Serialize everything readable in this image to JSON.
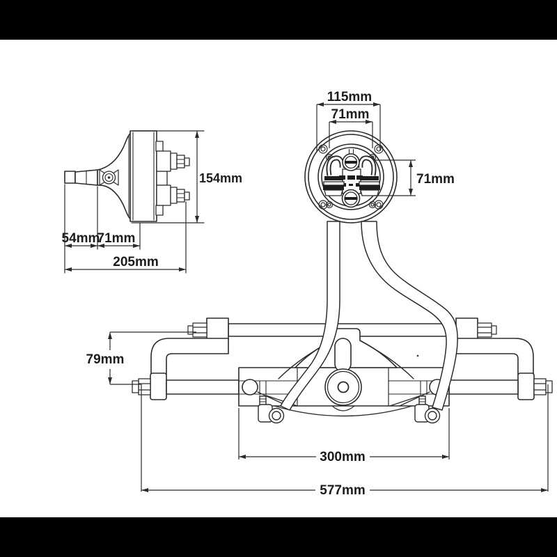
{
  "diagram": {
    "type": "technical-drawing",
    "subject": "hydraulic outboard steering system dimensional drawing",
    "background_color": "#ffffff",
    "letterbox_color": "#000000",
    "line_color": "#2b2b2b",
    "text_color": "#1c1c1c",
    "views": [
      {
        "id": "helm-pump-side-view",
        "description": "steering helm pump, side profile"
      },
      {
        "id": "helm-pump-rear-view",
        "description": "steering helm pump, rear circular face with two hose fittings"
      },
      {
        "id": "steering-cylinder-view",
        "description": "hydraulic steering cylinder assembly with tiller arms and hoses"
      }
    ],
    "labels": {
      "side_height": "154mm",
      "side_shaft": "54mm",
      "side_body": "71mm",
      "side_total": "205mm",
      "rear_width": "115mm",
      "rear_ports_h": "71mm",
      "rear_ports_v": "71mm",
      "cyl_arm_offset": "79mm",
      "cyl_body": "300mm",
      "cyl_overall": "577mm"
    }
  }
}
